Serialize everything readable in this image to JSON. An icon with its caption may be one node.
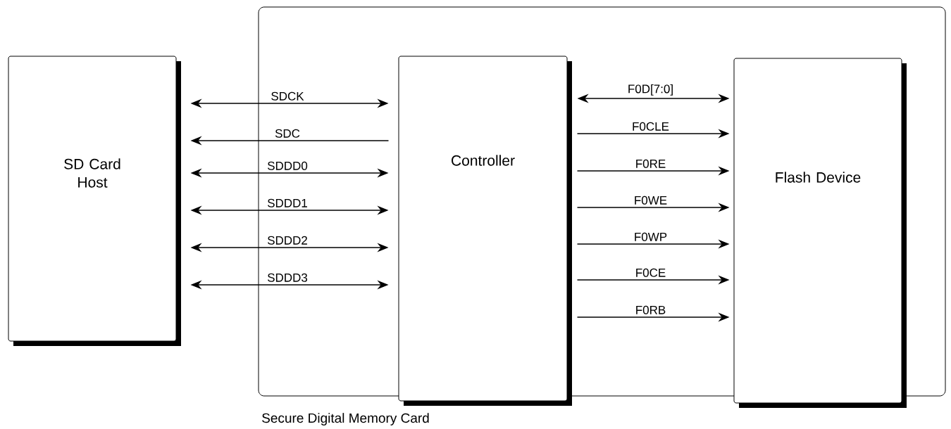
{
  "diagram": {
    "nodes": [
      {
        "text": [
          "SD Card Host"
        ]
      },
      {
        "text": [
          "Secure Digital Memory Card"
        ]
      },
      {
        "text": [
          "Controller"
        ],
        "in": 1
      },
      {
        "text": [
          "Flash Device"
        ],
        "in": 1
      }
    ],
    "edges": [
      {
        "from": 0,
        "to": 2,
        "arrow": "both",
        "label": "SDCK"
      },
      {
        "from": 2,
        "to": 0,
        "arrow": "to",
        "label": "SDC"
      },
      {
        "from": 0,
        "to": 2,
        "arrow": "both",
        "label": "SDDD0"
      },
      {
        "from": 0,
        "to": 2,
        "arrow": "both",
        "label": "SDDD1"
      },
      {
        "from": 0,
        "to": 2,
        "arrow": "both",
        "label": "SDDD2"
      },
      {
        "from": 0,
        "to": 2,
        "arrow": "both",
        "label": "SDDD3"
      },
      {
        "from": 2,
        "to": 3,
        "arrow": "both",
        "label": "F0D[7:0]"
      },
      {
        "from": 2,
        "to": 3,
        "arrow": "to",
        "label": "F0CLE"
      },
      {
        "from": 2,
        "to": 3,
        "arrow": "to",
        "label": "F0RE"
      },
      {
        "from": 2,
        "to": 3,
        "arrow": "to",
        "label": "F0WE"
      },
      {
        "from": 2,
        "to": 3,
        "arrow": "to",
        "label": "F0WP"
      },
      {
        "from": 2,
        "to": 3,
        "arrow": "to",
        "label": "F0CE"
      },
      {
        "from": 2,
        "to": 3,
        "arrow": "to",
        "label": "F0RB"
      }
    ]
  }
}
